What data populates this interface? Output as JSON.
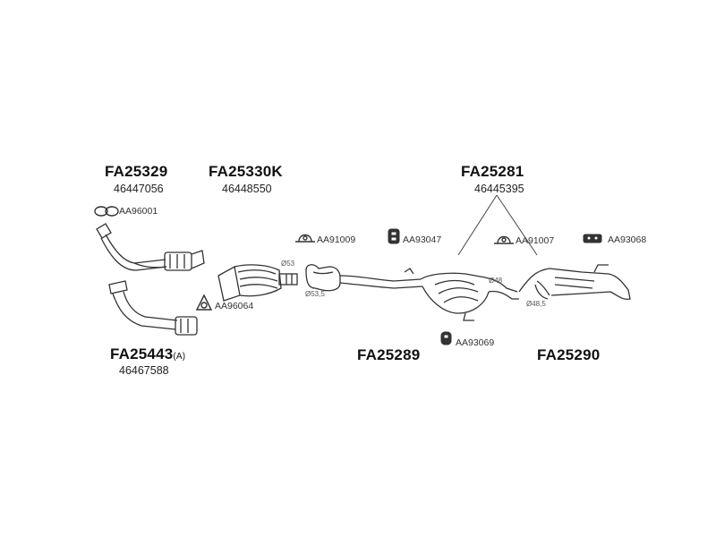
{
  "parts": {
    "front_pipe_upper": {
      "code": "FA25329",
      "ref": "46447056"
    },
    "catalyst": {
      "code": "FA25330K",
      "ref": "46448550"
    },
    "rear_group": {
      "code": "FA25281",
      "ref": "46445395"
    },
    "front_pipe_lower": {
      "code": "FA25443",
      "suffix": "(A)",
      "ref": "46467588"
    },
    "middle_silencer": {
      "code": "FA25289"
    },
    "rear_silencer": {
      "code": "FA25290"
    }
  },
  "accessories": {
    "aa96001": "AA96001",
    "aa96064": "AA96064",
    "aa91009": "AA91009",
    "aa93047": "AA93047",
    "aa91007": "AA91007",
    "aa93068": "AA93068",
    "aa93069": "AA93069"
  },
  "dimensions": {
    "d53": "Ø53",
    "d53_5": "Ø53,5",
    "d48": "Ø48",
    "d48_5": "Ø48,5"
  }
}
